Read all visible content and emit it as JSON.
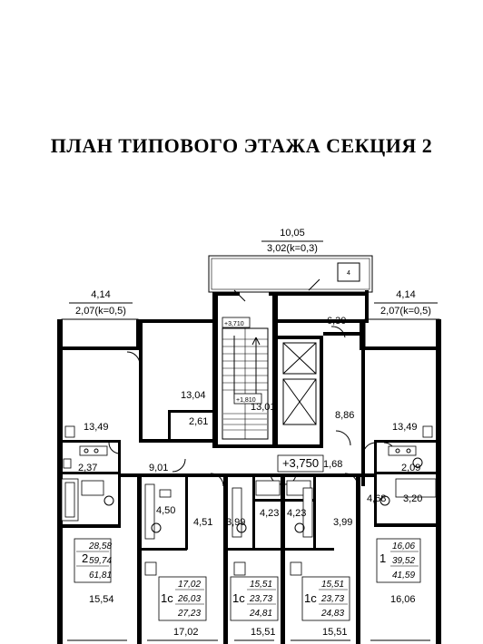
{
  "title": "ПЛАН ТИПОВОГО ЭТАЖА СЕКЦИЯ 2",
  "balcony_top": {
    "area": "10,05",
    "reduced": "3,02(k=0,3)"
  },
  "balcony_left": {
    "area": "4,14",
    "reduced": "2,07(k=0,5)"
  },
  "balcony_right": {
    "area": "4,14",
    "reduced": "2,07(k=0,5)"
  },
  "levels": {
    "stair_upper": "+3,710",
    "stair_lower": "+1,810",
    "floor": "+3,750"
  },
  "elevator_marker": "4",
  "rooms": {
    "kitchen_left": "13,49",
    "kitchen_right": "13,49",
    "room_center_left": "13,04",
    "storage_center": "2,61",
    "stair_hall": "13,01",
    "room_630": "6,30",
    "corridor_886": "8,86",
    "hall_901": "9,01",
    "hall_168": "1,68",
    "bath_left": "2,37",
    "bath_right": "2,09",
    "bath_450": "4,50",
    "hall_451": "4,51",
    "hall_399a": "3,99",
    "bath_423a": "4,23",
    "bath_423b": "4,23",
    "hall_399b": "3,99",
    "hall_468": "4,68",
    "bath_320": "3,20",
    "living_left": "15,54",
    "living_right": "16,06",
    "room_1702": "17,02",
    "room_1551a": "15,51",
    "room_1551b": "15,51"
  },
  "apartments": [
    {
      "type": "2",
      "living": "28,58",
      "total": "59,74",
      "total_balcony": "61,81"
    },
    {
      "type": "1с",
      "living": "17,02",
      "total": "26,03",
      "total_balcony": "27,23"
    },
    {
      "type": "1с",
      "living": "15,51",
      "total": "23,73",
      "total_balcony": "24,81"
    },
    {
      "type": "1с",
      "living": "15,51",
      "total": "23,73",
      "total_balcony": "24,83"
    },
    {
      "type": "1",
      "living": "16,06",
      "total": "39,52",
      "total_balcony": "41,59"
    }
  ]
}
